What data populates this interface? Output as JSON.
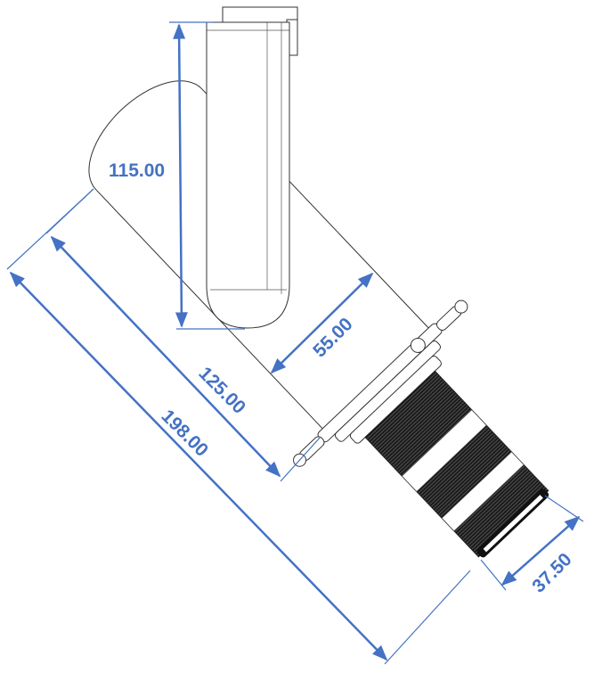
{
  "dimensions": {
    "bracket_height": "115.00",
    "tube_diameter": "55.00",
    "tube_length": "125.00",
    "overall_length": "198.00",
    "lens_diameter": "37.50"
  },
  "colors": {
    "dimension": "#4472C4",
    "outline": "#333333",
    "knurl": "#1a1a1a"
  }
}
